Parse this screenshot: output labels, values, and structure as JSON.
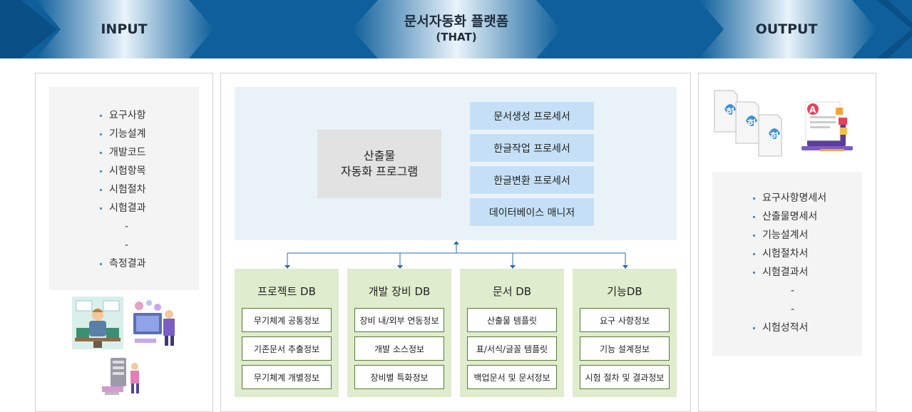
{
  "banner": {
    "input": "INPUT",
    "center_title": "문서자동화 플랫폼",
    "center_subtitle": "(THAT)",
    "output": "OUTPUT",
    "colors": {
      "dark": "#0e5f9b",
      "light": "#e6f2fa"
    }
  },
  "input": {
    "items": [
      {
        "text": "요구사항",
        "bullet": true
      },
      {
        "text": "기능설계",
        "bullet": true
      },
      {
        "text": "개발코드",
        "bullet": true
      },
      {
        "text": "시험항목",
        "bullet": true
      },
      {
        "text": "시험절차",
        "bullet": true
      },
      {
        "text": "시험결과",
        "bullet": true
      },
      {
        "text": "-",
        "bullet": false
      },
      {
        "text": "-",
        "bullet": false
      },
      {
        "text": "측정결과",
        "bullet": true
      }
    ]
  },
  "center": {
    "program_line1": "산출물",
    "program_line2": "자동화 프로그램",
    "processors": [
      "문서생성 프로세서",
      "한글작업 프로세서",
      "한글변환 프로세서",
      "데이터베이스 매니저"
    ],
    "dbs": [
      {
        "title": "프로젝트 DB",
        "items": [
          "무기체계 공통정보",
          "기존문서 추출정보",
          "무기체계 개별정보"
        ]
      },
      {
        "title": "개발 장비 DB",
        "items": [
          "장비 내/외부 연동정보",
          "개발 소스정보",
          "장비별 특화정보"
        ]
      },
      {
        "title": "문서 DB",
        "items": [
          "산출물 템플릿",
          "표/서식/글꼴 템플릿",
          "백업문서 및 문서정보"
        ]
      },
      {
        "title": "기능DB",
        "items": [
          "요구 사항정보",
          "기능 설계정보",
          "시험 절차 및 결과정보"
        ]
      }
    ],
    "colors": {
      "top_area": "#e9f2f7",
      "processor": "#c5e0f6",
      "db": "#dfeccd",
      "db_border": "#5a7a3a",
      "arrow": "#2a6cae"
    }
  },
  "output": {
    "items": [
      {
        "text": "요구사항명세서",
        "bullet": true
      },
      {
        "text": "산출물명세서",
        "bullet": true
      },
      {
        "text": "기능설계서",
        "bullet": true
      },
      {
        "text": "시험절차서",
        "bullet": true
      },
      {
        "text": "시험결과서",
        "bullet": true
      },
      {
        "text": "-",
        "bullet": false
      },
      {
        "text": "-",
        "bullet": false
      },
      {
        "text": "시험성적서",
        "bullet": true
      }
    ]
  },
  "icons": [
    "hwp-document-icon",
    "laptop-document-icon",
    "developer-illustration",
    "team-illustration",
    "server-illustration"
  ]
}
